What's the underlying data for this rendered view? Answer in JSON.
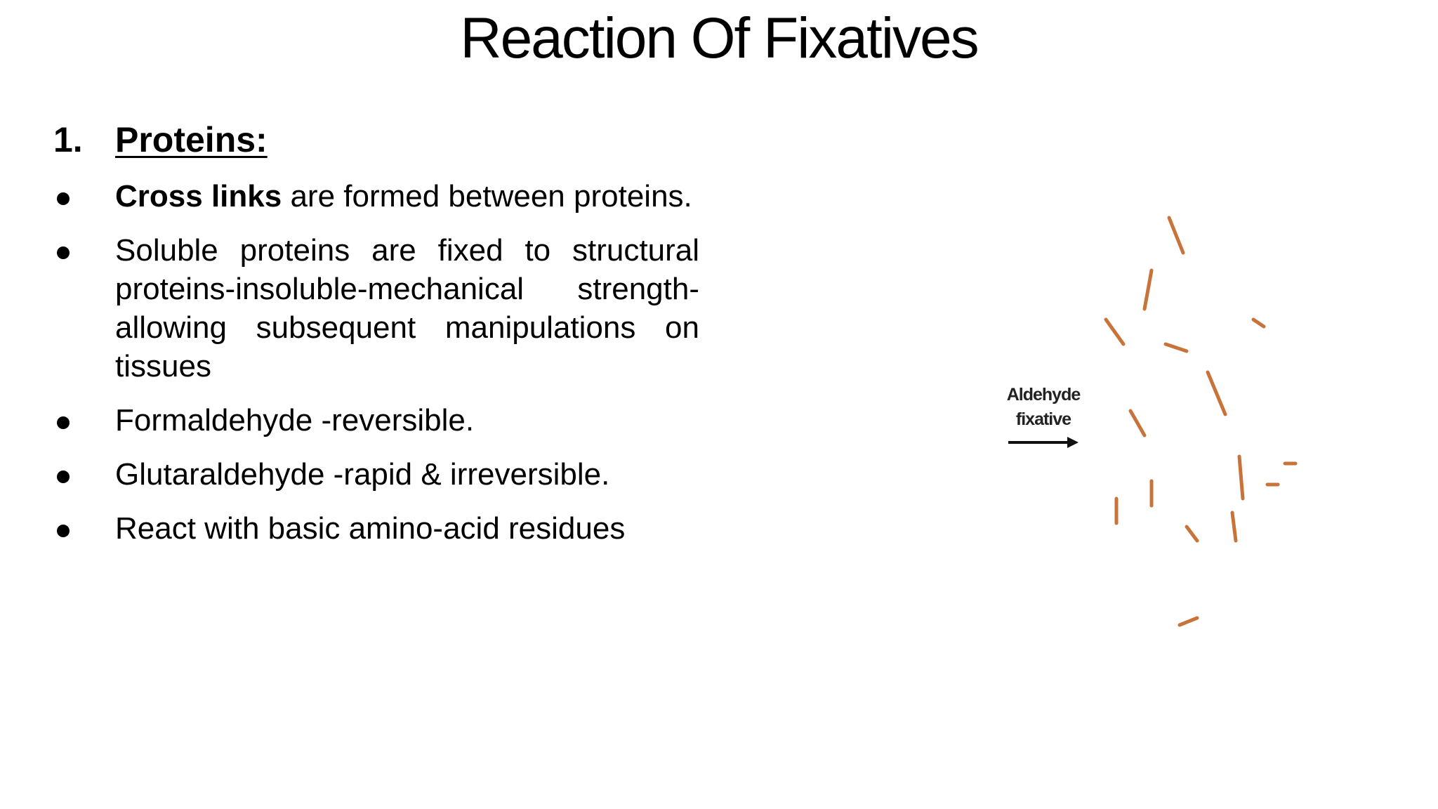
{
  "slide": {
    "title": "Reaction Of Fixatives",
    "heading_number": "1.",
    "heading_text": "Proteins:",
    "bullets": [
      {
        "bold": "Cross links",
        "text": " are formed between proteins."
      },
      {
        "bold": "",
        "text": "Soluble proteins are fixed to structural proteins-insoluble-mechanical strength-allowing subsequent manipulations on tissues"
      },
      {
        "bold": "",
        "text": "Formaldehyde -reversible."
      },
      {
        "bold": "",
        "text": "Glutaraldehyde -rapid & irreversible."
      },
      {
        "bold": "",
        "text": "React with basic amino-acid residues"
      }
    ]
  },
  "figure": {
    "arrow_label_line1": "Aldehyde",
    "arrow_label_line2": "fixative",
    "colors": {
      "light_strand": "#3d8fcd",
      "light_strand_highlight": "#cfe7f8",
      "dark_strand": "#1e6aa6",
      "crosslink": "#c8733a"
    }
  }
}
